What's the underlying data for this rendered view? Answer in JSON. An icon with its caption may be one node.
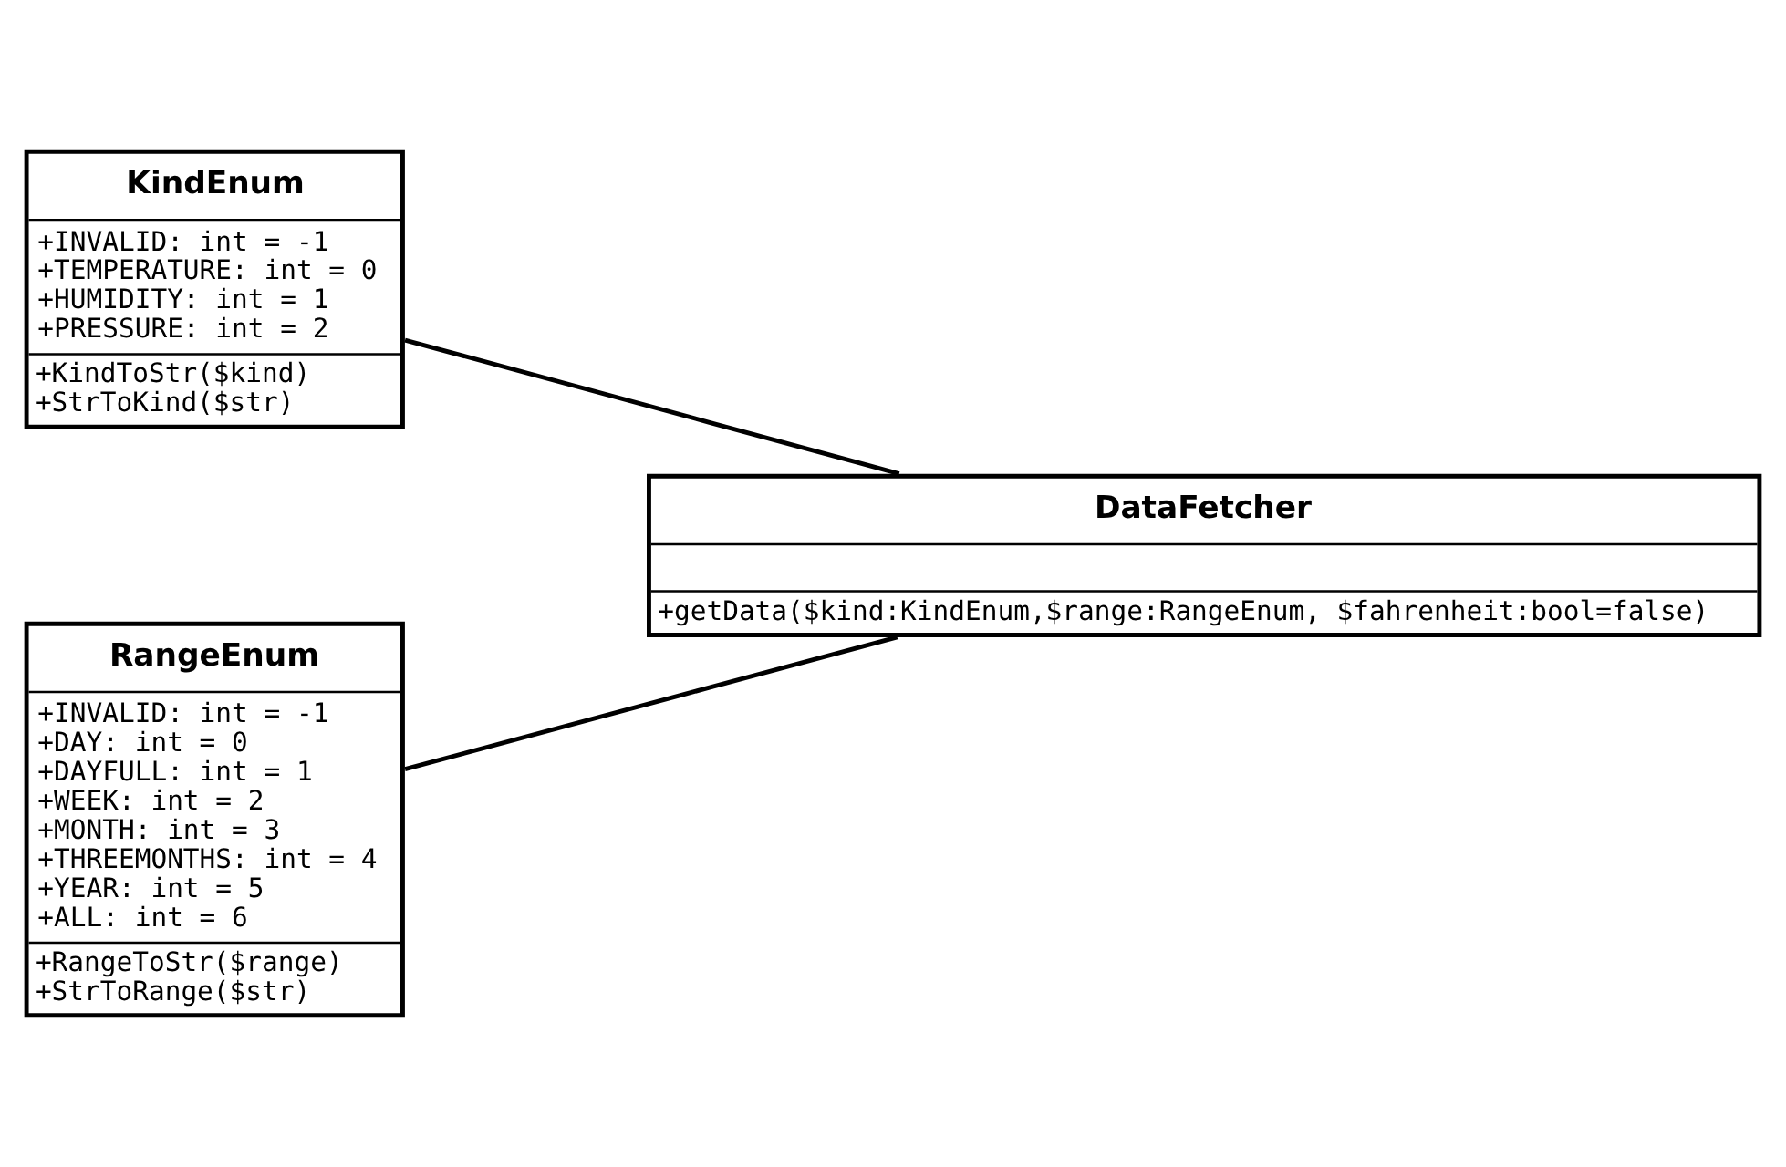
{
  "diagram": {
    "nodes": [
      {
        "text": [
          "KindEnum",
          "+INVALID: int = -1",
          "+TEMPERATURE: int = 0",
          "+HUMIDITY: int = 1",
          "+PRESSURE: int = 2",
          "+KindToStr($kind)",
          "+StrToKind($str)"
        ]
      },
      {
        "text": [
          "DataFetcher",
          "+getData($kind:KindEnum,$range:RangeEnum, $fahrenheit:bool=false)"
        ]
      },
      {
        "text": [
          "RangeEnum",
          "+INVALID: int = -1",
          "+DAY: int = 0",
          "+DAYFULL: int = 1",
          "+WEEK: int = 2",
          "+MONTH: int = 3",
          "+THREEMONTHS: int = 4",
          "+YEAR: int = 5",
          "+ALL: int = 6",
          "+RangeToStr($range)",
          "+StrToRange($str)"
        ]
      }
    ],
    "edges": [
      {
        "from": 0,
        "to": 1,
        "arrow": "none"
      },
      {
        "from": 2,
        "to": 1,
        "arrow": "none"
      }
    ]
  }
}
